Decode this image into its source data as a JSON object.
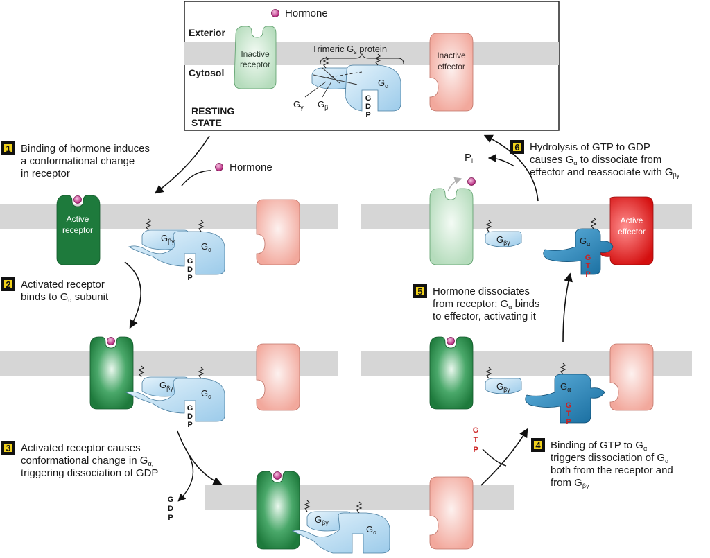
{
  "colors": {
    "membrane": "#d6d6d6",
    "receptor_inactive": "#c7e6cc",
    "receptor_active": "#1e7a3c",
    "effector_inactive": "#f6bdb4",
    "effector_active": "#e31b1b",
    "g_inactive": "#bfe0f5",
    "g_active": "#1f7fb5",
    "hormone": "#d43a8f",
    "gtp_text": "#cc2020",
    "badge_fill": "#f2d21b"
  },
  "resting": {
    "hormone_label": "Hormone",
    "exterior_label": "Exterior",
    "cytosol_label": "Cytosol",
    "inactive_receptor_label_1": "Inactive",
    "inactive_receptor_label_2": "receptor",
    "trimeric_label": "Trimeric G",
    "trimeric_sub": "s",
    "trimeric_tail": " protein",
    "inactive_effector_label_1": "Inactive",
    "inactive_effector_label_2": "effector",
    "g_gamma_label": "G",
    "g_gamma_sub": "γ",
    "g_beta_label": "G",
    "g_beta_sub": "β",
    "g_alpha_label": "G",
    "g_alpha_sub": "α",
    "resting_state_1": "RESTING",
    "resting_state_2": "STATE"
  },
  "nucleotides": {
    "g": "G",
    "d": "D",
    "p": "P",
    "t": "T"
  },
  "steps": [
    {
      "num": "1",
      "lines": [
        "Binding of hormone induces",
        "a conformational change",
        "in receptor"
      ]
    },
    {
      "num": "2",
      "lines": [
        "Activated receptor",
        "binds to G",
        " subunit"
      ]
    },
    {
      "num": "3",
      "lines": [
        "Activated receptor causes",
        "conformational change in G",
        "triggering dissociation of GDP"
      ]
    },
    {
      "num": "4",
      "lines": [
        "Binding of GTP to G",
        "triggers dissociation of G",
        "both from the receptor and",
        "from G"
      ]
    },
    {
      "num": "5",
      "lines": [
        "Hormone dissociates",
        "from receptor; G",
        " binds",
        "to effector, activating it"
      ]
    },
    {
      "num": "6",
      "lines": [
        "Hydrolysis of GTP to GDP",
        "causes G",
        " to dissociate from",
        "effector and reassociate with G"
      ]
    }
  ],
  "step1_hormone_label": "Hormone",
  "active_receptor_label_1": "Active",
  "active_receptor_label_2": "receptor",
  "active_effector_label_1": "Active",
  "active_effector_label_2": "effector",
  "pi_label": "P",
  "pi_sub": "i",
  "subscripts": {
    "alpha": "α",
    "betagamma": "βγ",
    "alpha_comma": "α,"
  }
}
